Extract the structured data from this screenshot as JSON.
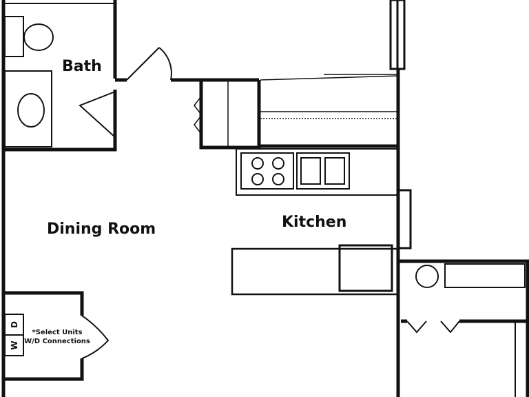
{
  "rooms": {
    "bath": "Bath",
    "dining": "Dining Room",
    "kitchen": "Kitchen"
  },
  "laundry": {
    "dryer": "D",
    "washer": "W",
    "note_line1": "*Select Units",
    "note_line2": "W/D Connections"
  },
  "colors": {
    "wall": "#111111",
    "background": "#ffffff"
  }
}
